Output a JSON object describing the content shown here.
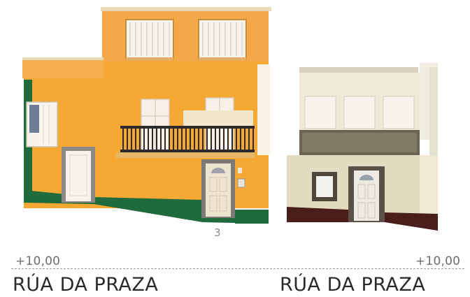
{
  "buildings": [
    {
      "name": "orange-house",
      "colors": {
        "wall": "#f5a833",
        "wall_upper": "#f4a84a",
        "base": "#1f6b3d",
        "roof": "#e8d9b8",
        "trim": "#d8a060"
      }
    },
    {
      "name": "white-house",
      "colors": {
        "wall": "#e9e6d2",
        "base": "#4a1e1a",
        "balcony": "#6a6450"
      }
    }
  ],
  "house_number": "3",
  "elevations": {
    "left": "+10,00",
    "right": "+10,00"
  },
  "street_names": {
    "left": "RÚA DA PRAZA",
    "right": "RÚA DA PRAZA"
  }
}
